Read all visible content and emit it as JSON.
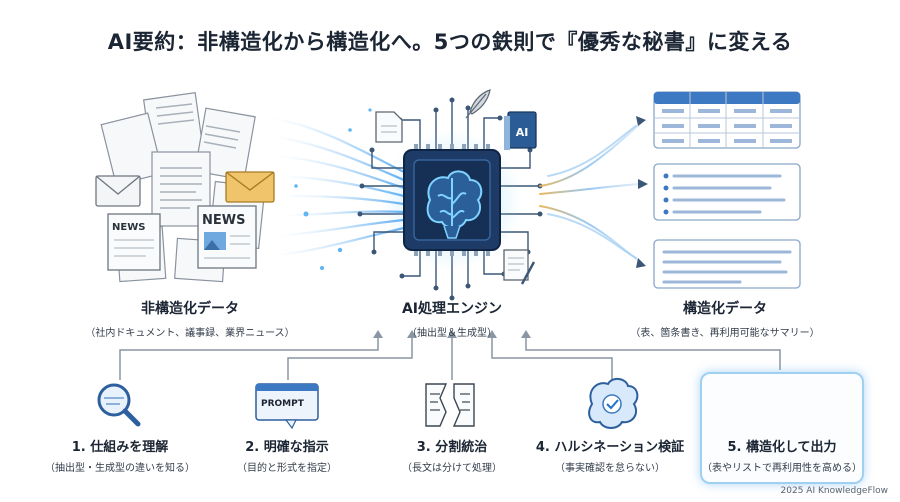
{
  "title": "AI要約：非構造化から構造化へ。5つの鉄則で『優秀な秘書』に変える",
  "sections": {
    "unstructured": {
      "heading": "非構造化データ",
      "sub": "（社内ドキュメント、議事録、業界ニュース）"
    },
    "engine": {
      "heading": "AI処理エンジン",
      "sub": "（抽出型＆生成型）"
    },
    "structured": {
      "heading": "構造化データ",
      "sub": "（表、箇条書き、再利用可能なサマリー）"
    }
  },
  "icons": {
    "news1": "NEWS",
    "news2": "NEWS",
    "ai_book": "AI",
    "prompt": "PROMPT"
  },
  "steps": [
    {
      "heading": "1. 仕組みを理解",
      "sub": "（抽出型・生成型の違いを知る）",
      "icon": "magnifier-icon"
    },
    {
      "heading": "2. 明確な指示",
      "sub": "（目的と形式を指定）",
      "icon": "prompt-window-icon"
    },
    {
      "heading": "3. 分割統治",
      "sub": "（長文は分けて処理）",
      "icon": "split-document-icon"
    },
    {
      "heading": "4. ハルシネーション検証",
      "sub": "（事実確認を怠らない）",
      "icon": "brain-check-icon"
    },
    {
      "heading": "5. 構造化して出力",
      "sub": "（表やリストで再利用性を高める）",
      "icon": "database-gear-icon"
    }
  ],
  "footer": "2025 AI KnowledgeFlow",
  "colors": {
    "accent": "#3f8ee0",
    "chip": "#1d3b66",
    "glow": "#9fd0f0"
  }
}
